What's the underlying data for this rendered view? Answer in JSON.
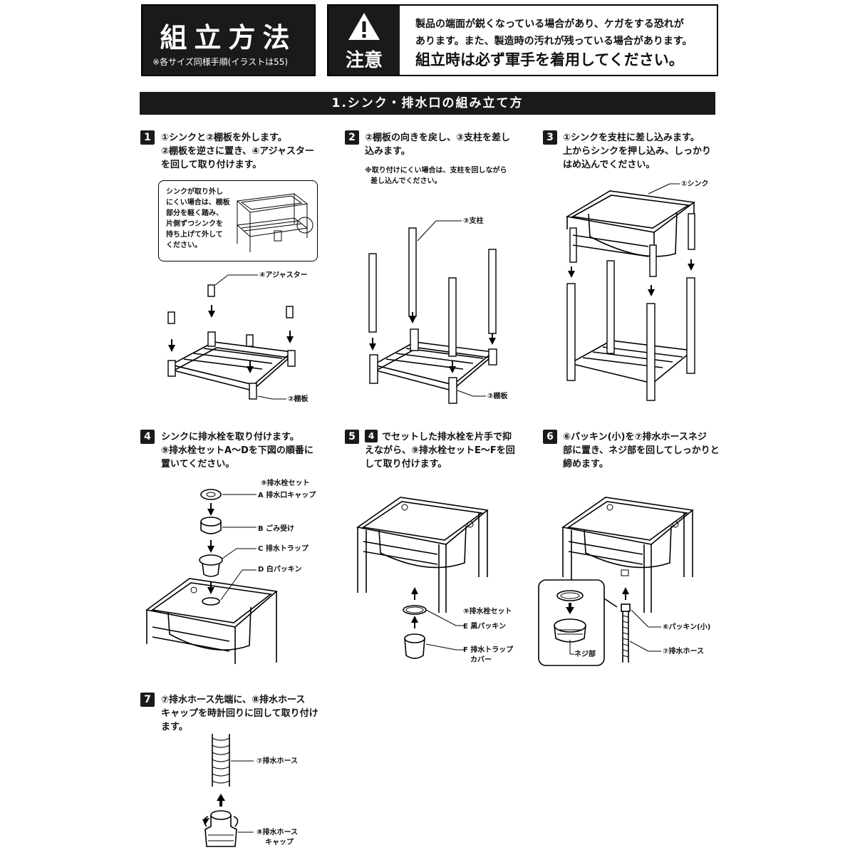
{
  "header": {
    "title": "組立方法",
    "subtitle": "※各サイズ同様手順(イラストは55)"
  },
  "caution": {
    "label": "注意",
    "line1": "製品の端面が鋭くなっている場合があり、ケガをする恐れが",
    "line2": "あります。また、製造時の汚れが残っている場合があります。",
    "line3": "組立時は必ず軍手を着用してください。"
  },
  "section": {
    "title": "1.シンク・排水口の組み立て方"
  },
  "steps": [
    {
      "num": "1",
      "lines": [
        "①シンクと②棚板を外します。",
        "②棚板を逆さに置き、④アジャスター",
        "を回して取り付けます。"
      ]
    },
    {
      "num": "2",
      "lines": [
        "②棚板の向きを戻し、③支柱を差し",
        "込みます。"
      ],
      "note": [
        "※取り付けにくい場合は、支柱を回しながら",
        "差し込んでください。"
      ]
    },
    {
      "num": "3",
      "lines": [
        "①シンクを支柱に差し込みます。",
        "上からシンクを押し込み、しっかり",
        "はめ込んでください。"
      ]
    },
    {
      "num": "4",
      "lines": [
        "シンクに排水栓を取り付けます。",
        "⑨排水栓セットA〜Dを下図の順番に",
        "置いてください。"
      ]
    },
    {
      "num": "5",
      "ref": "4",
      "lines": [
        "でセットした排水栓を片手で抑",
        "えながら、⑨排水栓セットE〜Fを回",
        "して取り付けます。"
      ]
    },
    {
      "num": "6",
      "lines": [
        "⑥パッキン(小)を⑦排水ホースネジ",
        "部に置き、ネジ部を回してしっかりと",
        "締めます。"
      ]
    },
    {
      "num": "7",
      "lines": [
        "⑦排水ホース先端に、⑧排水ホース",
        "キャップを時計回りに回して取り付け",
        "ます。"
      ]
    }
  ],
  "inset1": [
    "シンクが取り外し",
    "にくい場合は、棚板",
    "部分を軽く踏み、",
    "片側ずつシンクを",
    "持ち上げて外して",
    "ください。"
  ],
  "labels": {
    "adjuster": "④アジャスター",
    "shelf1": "②棚板",
    "post": "③支柱",
    "shelf2": "②棚板",
    "sink": "①シンク",
    "set4": "⑨排水栓セット",
    "a": "A 排水口キャップ",
    "b": "B ごみ受け",
    "c": "C 排水トラップ",
    "d": "D 白パッキン",
    "set5": "⑨排水栓セット",
    "e": "E 黒パッキン",
    "f1": "F 排水トラップ",
    "f2": "カバー",
    "packing": "⑥パッキン(小)",
    "hose6": "⑦排水ホース",
    "neji": "ネジ部",
    "hose7": "⑦排水ホース",
    "cap1": "⑧排水ホース",
    "cap2": "キャップ"
  }
}
